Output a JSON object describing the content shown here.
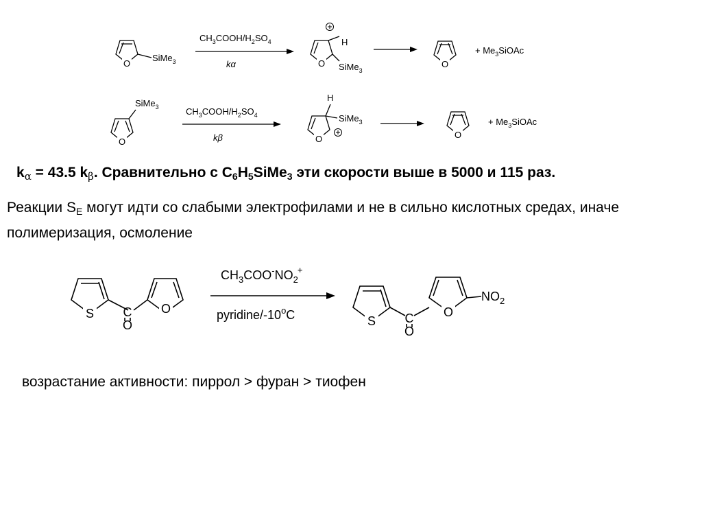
{
  "reaction1": {
    "reactant_substituent": "SiMe3",
    "ring_heteroatom": "O",
    "reagent": "CH3COOH/H2SO4",
    "rate_constant": "kα",
    "intermediate_charge": "⊕",
    "intermediate_h": "H",
    "intermediate_substituent": "SiMe3",
    "byproduct": "+ Me3SiOAc"
  },
  "reaction2": {
    "reactant_substituent": "SiMe3",
    "ring_heteroatom": "O",
    "reagent": "CH3COOH/H2SO4",
    "rate_constant": "kβ",
    "intermediate_charge": "⊕",
    "intermediate_h": "H",
    "intermediate_substituent": "SiMe3",
    "byproduct": "+ Me3SiOAc"
  },
  "text": {
    "rate_line": {
      "k": "k",
      "alpha": "α",
      "eq": " = 43.5 k",
      "beta": "β",
      "mid": ". Сравнительно с C",
      "s6": "6",
      "h": "H",
      "s5": "5",
      "sime": "SiMe",
      "s3": "3",
      "tail": " эти скорости выше в 5000 и 115 раз."
    },
    "se_line": {
      "pre": "Реакции S",
      "sub": "E",
      "post": " могут идти со слабыми электрофилами и не в сильно кислотных средах, иначе полимеризация, осмоление"
    },
    "activity_line": "возрастание активности: пиррол > фуран > тиофен"
  },
  "reaction3": {
    "sulfur": "S",
    "oxygen": "O",
    "carbonyl_c": "C",
    "carbonyl_o": "O",
    "reagent_top": "CH3COO-NO2+",
    "reagent_bottom": "pyridine/-10oC",
    "product_nitro": "NO2"
  }
}
